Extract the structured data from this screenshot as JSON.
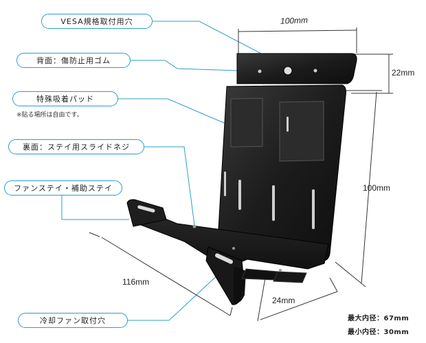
{
  "callouts": {
    "vesa_holes": "VESA規格取付用穴",
    "back_rubber": "背面：傷防止用ゴム",
    "special_pads": "特殊吸着パッド",
    "pad_note": "※貼る場所は自由です。",
    "slide_screw": "裏面：ステイ用スライドネジ",
    "fan_stay": "ファンステイ・補助ステイ",
    "cooling_fan_holes": "冷却ファン取付穴"
  },
  "dimensions": {
    "top_width": "100mm",
    "top_height": "22mm",
    "plate_height": "100mm",
    "base_length": "116mm",
    "base_depth": "24mm"
  },
  "specs": {
    "max_inner": "最大内径：67mm",
    "min_inner": "最小内径：30mm"
  },
  "colors": {
    "callout_line": "#2a9fc9",
    "metal": "#1b1b1b"
  }
}
